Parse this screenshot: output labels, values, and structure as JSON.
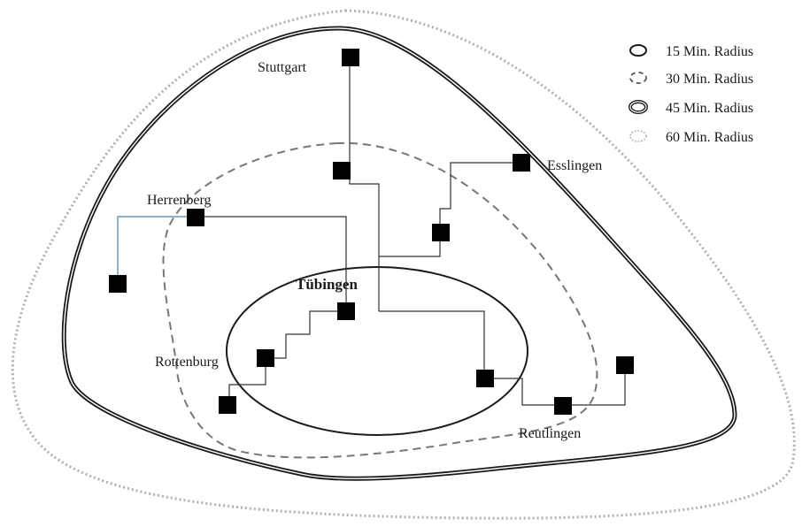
{
  "cities": {
    "stuttgart": "Stuttgart",
    "esslingen": "Esslingen",
    "herrenberg": "Herrenberg",
    "tuebingen": "Tübingen",
    "rottenburg": "Rottenburg",
    "reutlingen": "Reutlingen"
  },
  "legend": [
    {
      "label": "15 Min. Radius",
      "style": "solid"
    },
    {
      "label": "30 Min. Radius",
      "style": "dashed"
    },
    {
      "label": "45 Min. Radius",
      "style": "double"
    },
    {
      "label": "60 Min. Radius",
      "style": "dotted"
    }
  ],
  "colors": {
    "line": "#1a1a1a",
    "dashed": "#777777",
    "dotted": "#b0b0b0",
    "network": "#333333",
    "herrenberg_branch": "#4a7fa8",
    "node": "#000000"
  }
}
